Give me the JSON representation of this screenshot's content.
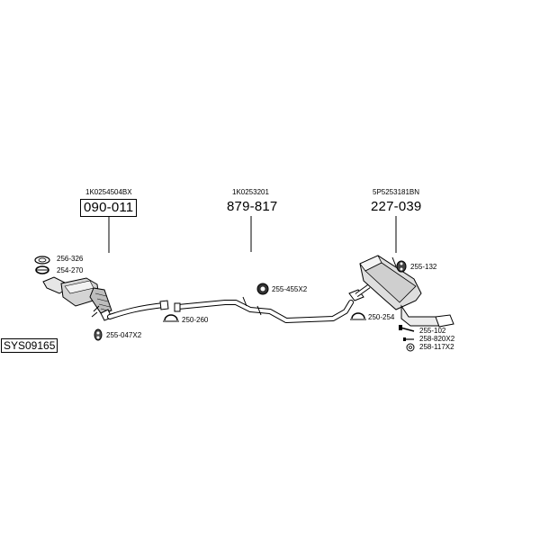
{
  "system_code": "SYS09165",
  "sections": [
    {
      "oe_number": "1K0254504BX",
      "part_number": "090-011",
      "boxed": true
    },
    {
      "oe_number": "1K0253201",
      "part_number": "879-817",
      "boxed": false
    },
    {
      "oe_number": "5P5253181BN",
      "part_number": "227-039",
      "boxed": false
    }
  ],
  "accessories": [
    {
      "code": "256-326",
      "icon": "flange-gasket-icon"
    },
    {
      "code": "254-270",
      "icon": "pipe-clamp-icon"
    },
    {
      "code": "255-047X2",
      "icon": "rubber-mount-icon"
    },
    {
      "code": "250-260",
      "icon": "pipe-clamp-icon"
    },
    {
      "code": "255-455X2",
      "icon": "rubber-mount-icon"
    },
    {
      "code": "250-254",
      "icon": "pipe-clamp-icon"
    },
    {
      "code": "255-132",
      "icon": "rubber-mount-icon"
    },
    {
      "code": "255-102",
      "icon": "bolt-icon"
    },
    {
      "code": "258-820X2",
      "icon": "bolt-icon"
    },
    {
      "code": "258-117X2",
      "icon": "washer-icon"
    }
  ]
}
